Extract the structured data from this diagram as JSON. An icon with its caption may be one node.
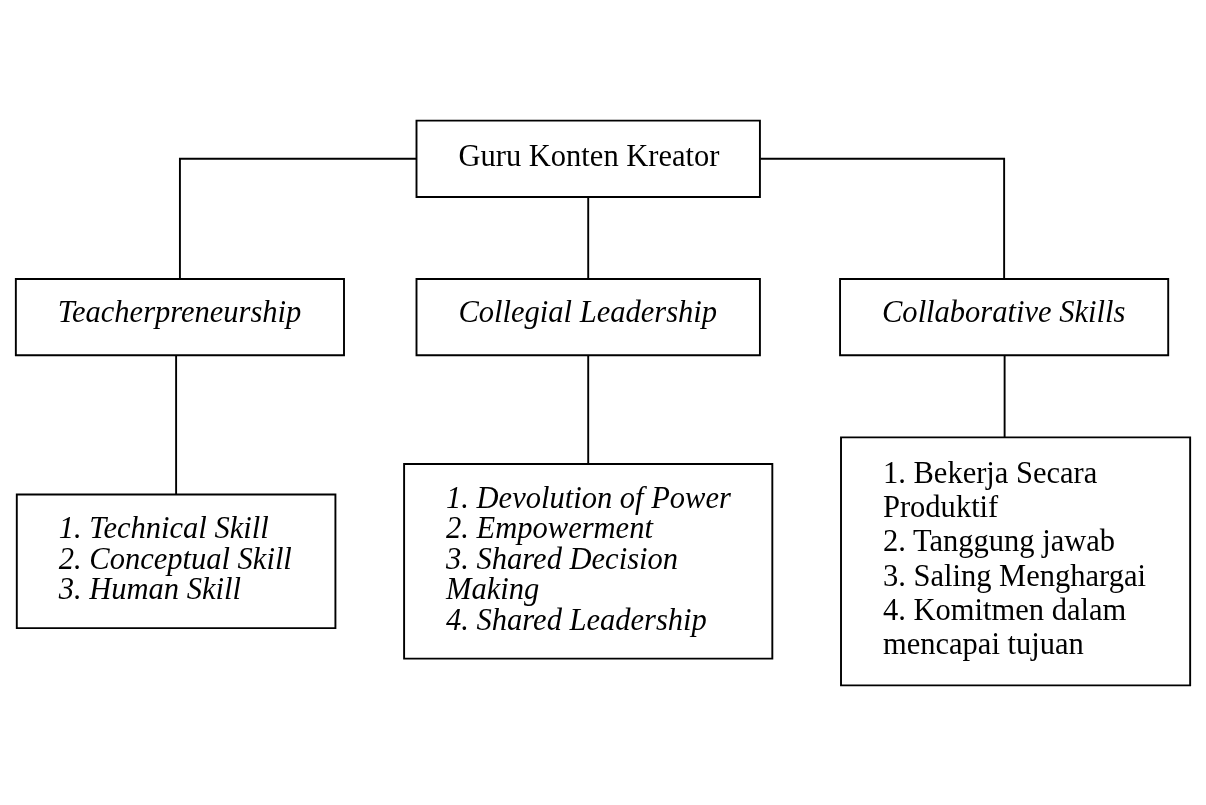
{
  "diagram": {
    "nodes": [
      {
        "text": [
          "Guru Konten Kreator"
        ]
      },
      {
        "text": [
          "Teacherpreneurship"
        ]
      },
      {
        "text": [
          "Collegial Leadership"
        ]
      },
      {
        "text": [
          "Collaborative Skills"
        ]
      },
      {
        "text": [
          "1. Technical Skill",
          "2. Conceptual Skill",
          "3. Human Skill"
        ]
      },
      {
        "text": [
          "1. Devolution of Power",
          "2. Empowerment",
          "3. Shared Decision Making",
          "4. Shared Leadership"
        ]
      },
      {
        "text": [
          "1. Bekerja Secara Produktif",
          "2. Tanggung jawab",
          "3. Saling Menghargai",
          "4. Komitmen dalam mencapai tujuan"
        ]
      }
    ],
    "edges": [
      {
        "from": 0,
        "to": 1,
        "arrow": "none"
      },
      {
        "from": 0,
        "to": 2,
        "arrow": "none"
      },
      {
        "from": 0,
        "to": 3,
        "arrow": "none"
      },
      {
        "from": 1,
        "to": 4,
        "arrow": "none"
      },
      {
        "from": 2,
        "to": 5,
        "arrow": "none"
      },
      {
        "from": 3,
        "to": 6,
        "arrow": "none"
      }
    ]
  }
}
